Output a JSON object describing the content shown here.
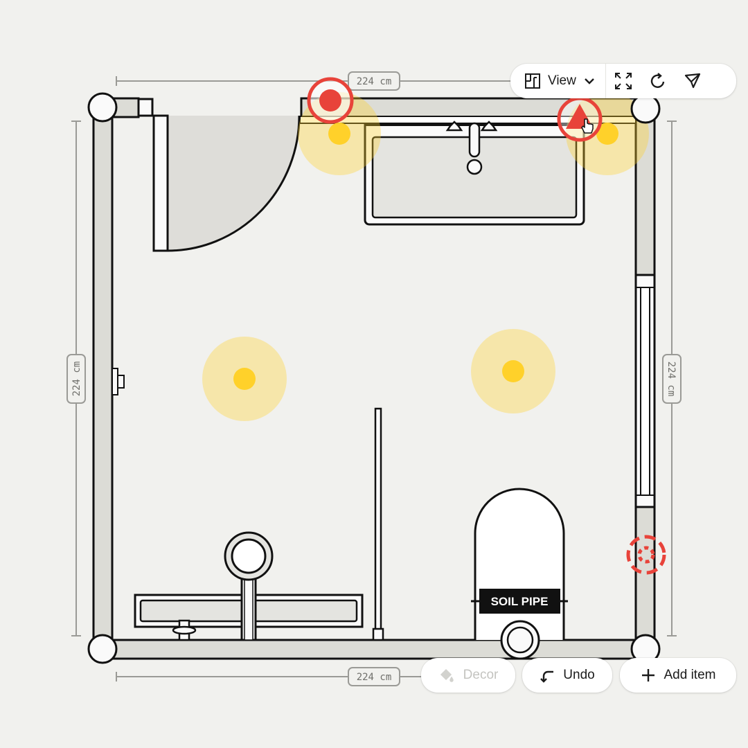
{
  "dimensions": {
    "top": "224 cm",
    "left": "224 cm",
    "right": "224 cm",
    "bottom": "224 cm"
  },
  "fixtures": {
    "soil_pipe_label": "SOIL PIPE"
  },
  "toolbar": {
    "view_label": "View",
    "view_icon": "floorplan-icon",
    "dropdown_icon": "chevron-down-icon",
    "fit_icon": "fit-screen-icon",
    "rotate_icon": "rotate-icon",
    "share_icon": "send-icon"
  },
  "actions": {
    "decor_label": "Decor",
    "undo_label": "Undo",
    "add_item_label": "Add item"
  },
  "colors": {
    "marker_red": "#e8433a",
    "light_yellow": "#ffd12a",
    "wall_fill": "#dcdcd6"
  }
}
